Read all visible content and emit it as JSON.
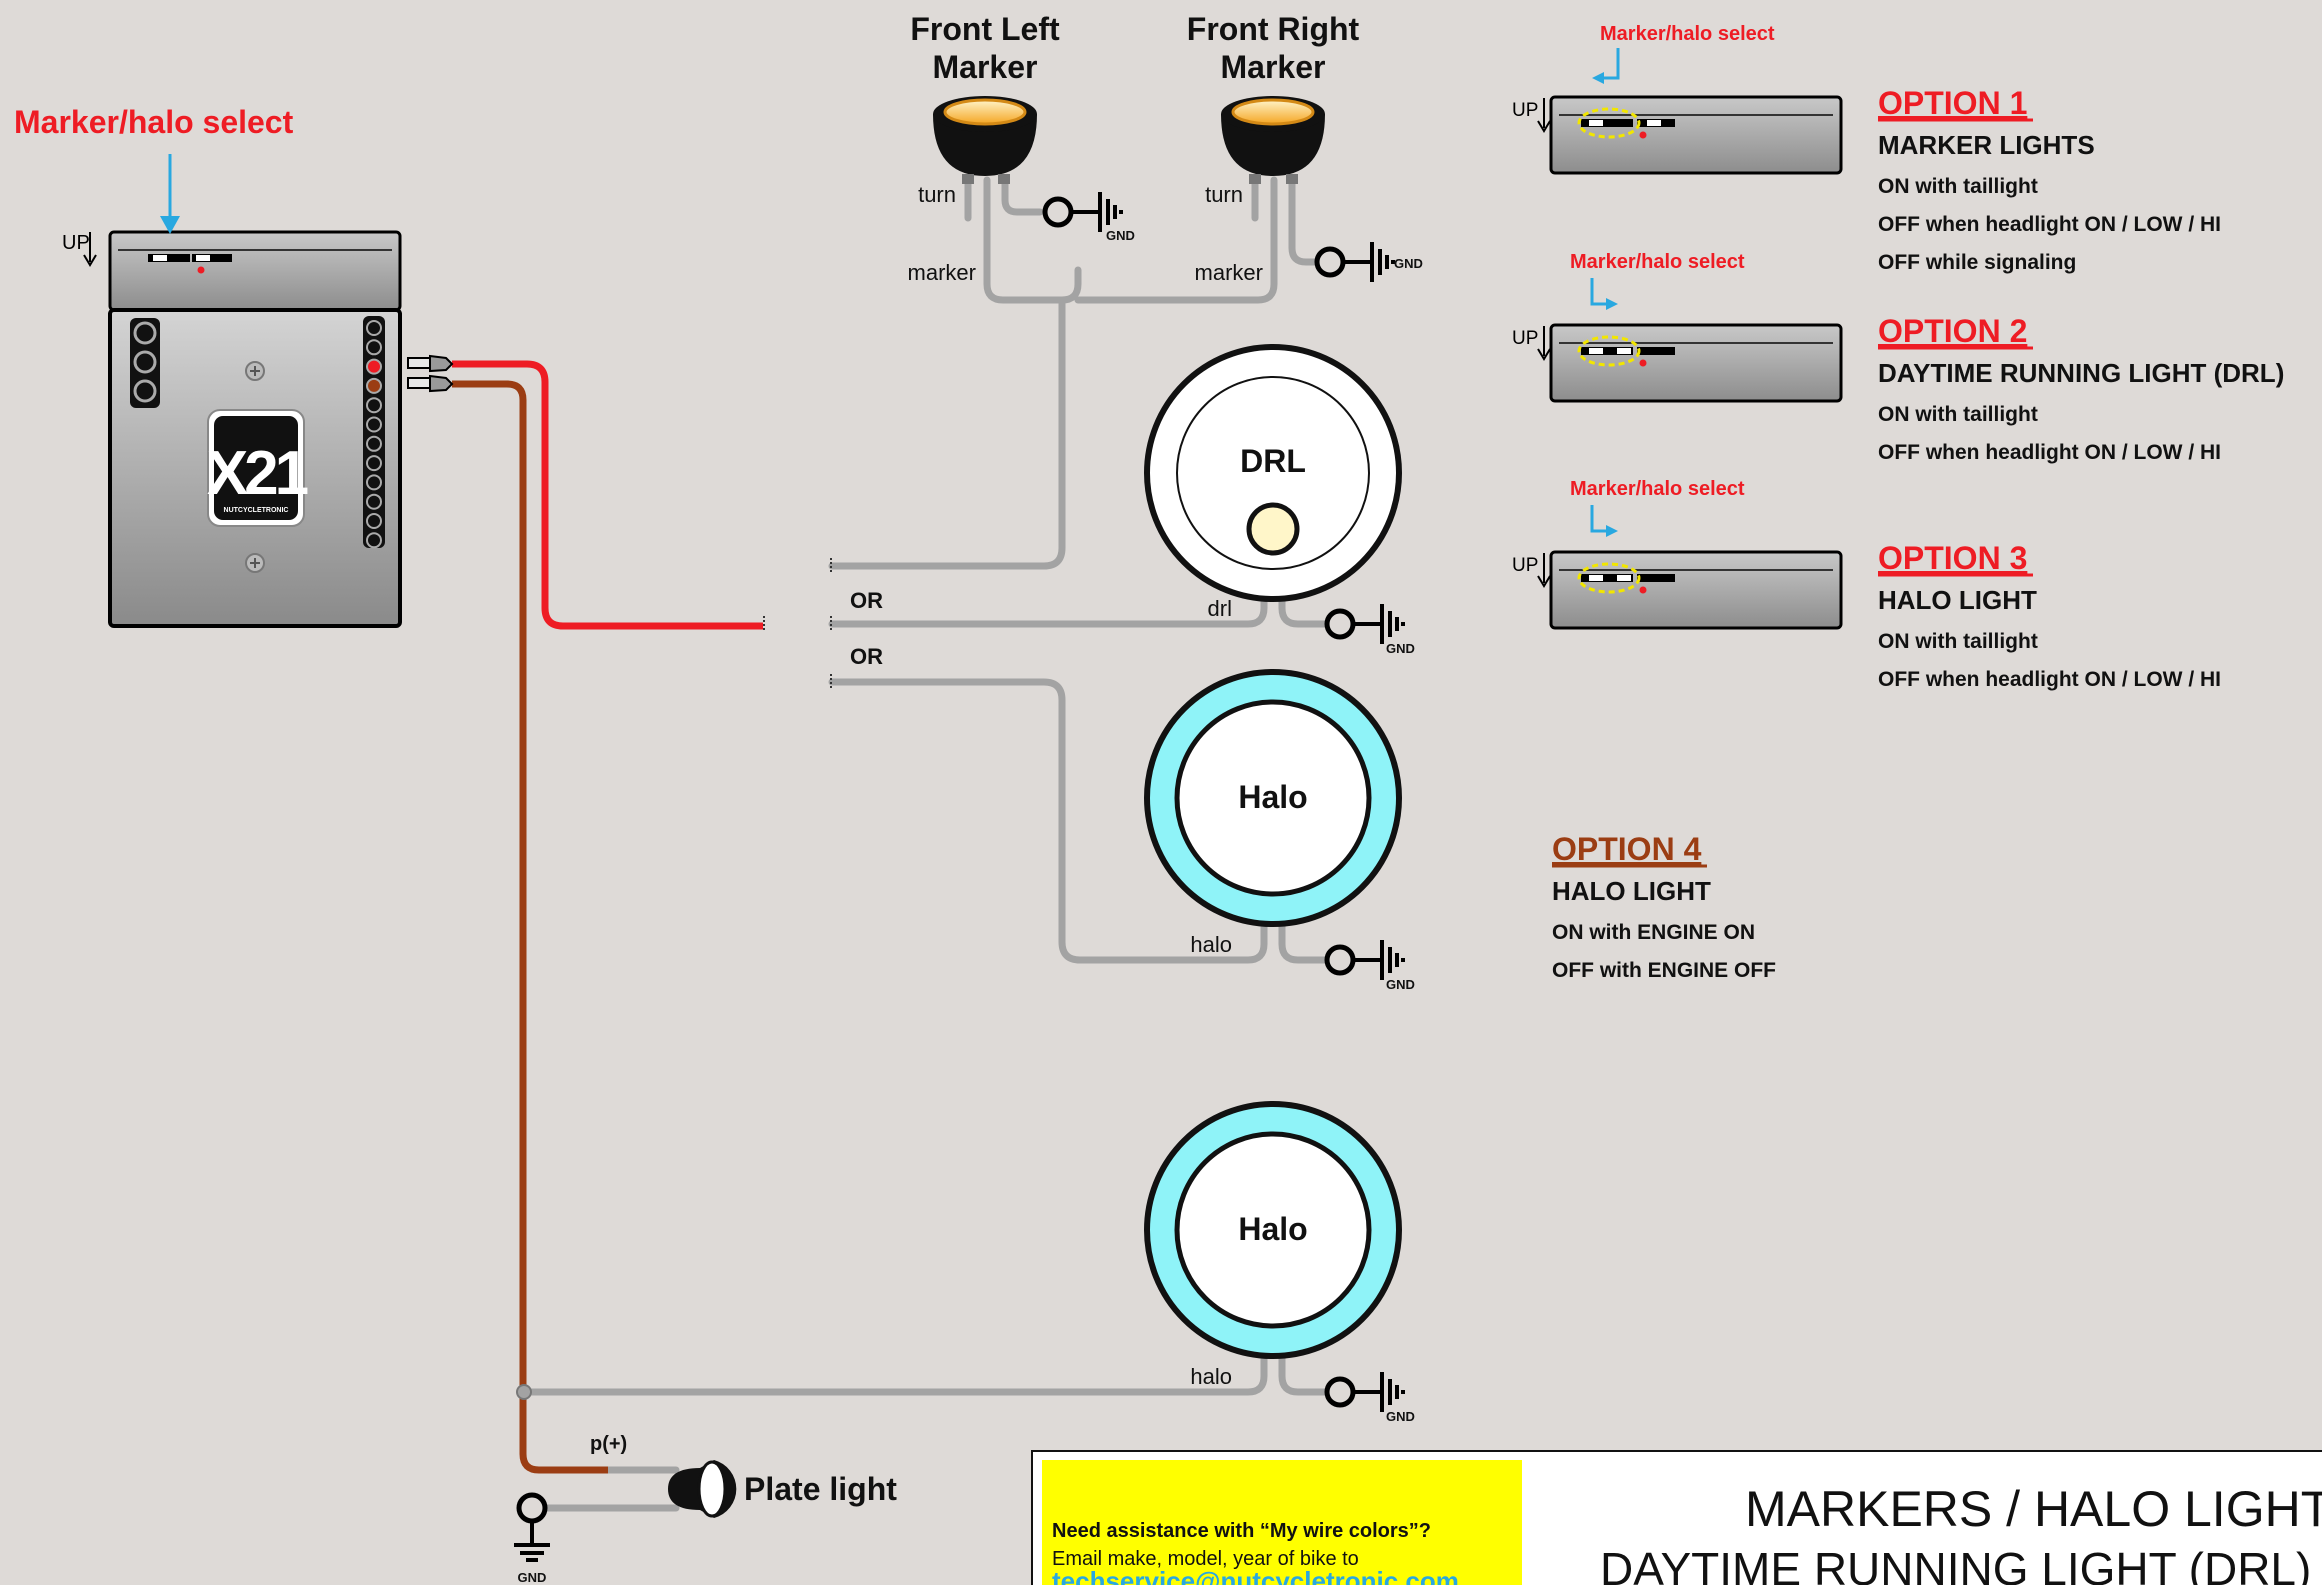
{
  "module": {
    "select_label": "Marker/halo select",
    "up_label": "UP",
    "logo_text": "X21",
    "brand_text": "NUTCYCLETRONIC"
  },
  "markers": {
    "left": {
      "line1": "Front Left",
      "line2": "Marker",
      "turn": "turn",
      "marker": "marker"
    },
    "right": {
      "line1": "Front Right",
      "line2": "Marker",
      "turn": "turn",
      "marker": "marker"
    },
    "gnd": "GND"
  },
  "drl": {
    "label": "DRL",
    "wire": "drl"
  },
  "halo": {
    "label": "Halo",
    "wire": "halo"
  },
  "halo2": {
    "label": "Halo",
    "wire": "halo"
  },
  "or_labels": [
    "OR",
    "OR"
  ],
  "plate": {
    "label": "Plate light",
    "wire": "p(+)",
    "gnd": "GND"
  },
  "options": [
    {
      "title": "OPTION 1",
      "subtitle": "MARKER LIGHTS",
      "lines": [
        "ON with taillight",
        "OFF when headlight ON / LOW / HI",
        "OFF while signaling"
      ],
      "select_label": "Marker/halo select",
      "up": "UP"
    },
    {
      "title": "OPTION 2",
      "subtitle": "DAYTIME RUNNING LIGHT (DRL)",
      "lines": [
        "ON with taillight",
        "OFF when headlight ON / LOW / HI"
      ],
      "select_label": "Marker/halo select",
      "up": "UP"
    },
    {
      "title": "OPTION 3",
      "subtitle": "HALO LIGHT",
      "lines": [
        "ON with taillight",
        "OFF when headlight ON / LOW / HI"
      ],
      "select_label": "Marker/halo select",
      "up": "UP"
    },
    {
      "title": "OPTION 4",
      "subtitle": "HALO LIGHT",
      "lines": [
        "ON with ENGINE ON",
        "OFF with ENGINE OFF"
      ]
    }
  ],
  "footer": {
    "help_title": "Need assistance with “My wire colors”?",
    "help_text": "Email make, model, year of bike to",
    "email": "techservice@nutcycletronic.com",
    "title1": "MARKERS / HALO LIGHT",
    "title2": "DAYTIME RUNNING LIGHT (DRL)"
  },
  "colors": {
    "background": "#dedad7",
    "wire_gray": "#a3a3a3",
    "wire_red": "#ee1c24",
    "wire_brown": "#9b3d13",
    "select_red": "#ee1c24",
    "arrow_blue": "#29a8e0",
    "halo_cyan": "#8ff3f8",
    "option4_brown": "#9b3d13",
    "footer_yellow": "#ffff00"
  }
}
